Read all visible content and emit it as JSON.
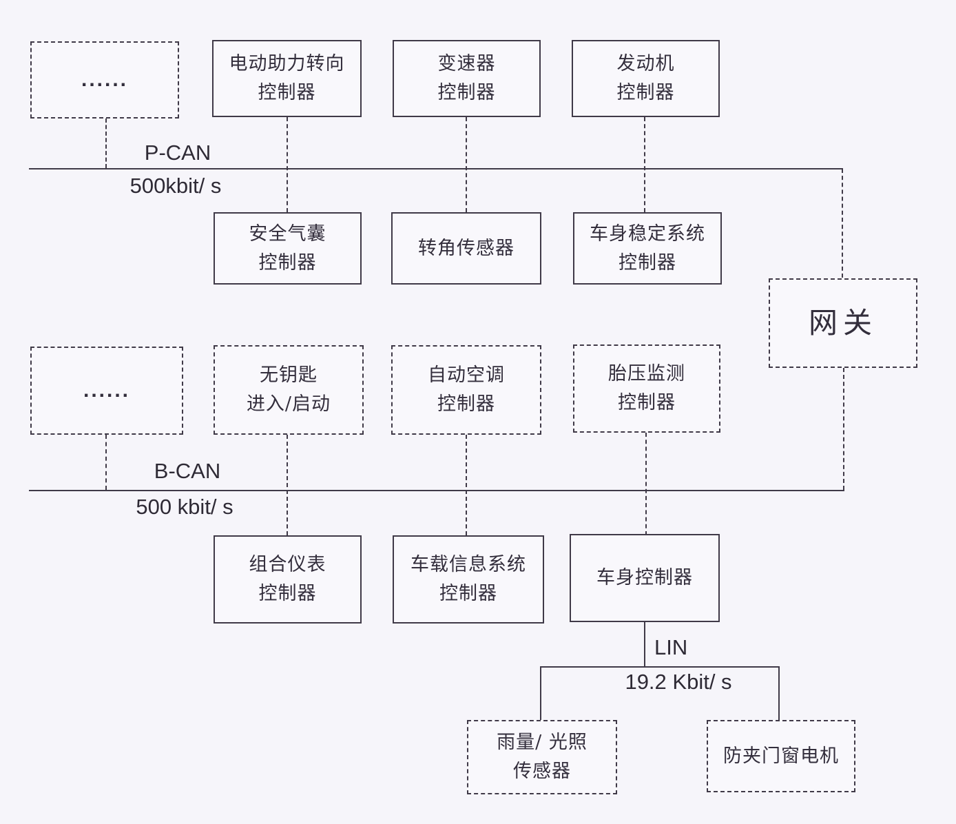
{
  "diagram": {
    "background_color": "#f6f5fa",
    "stroke_color": "#3f3947",
    "text_color": "#332e3c"
  },
  "buses": {
    "pcan": {
      "name": "P-CAN",
      "speed": "500kbit/ s"
    },
    "bcan": {
      "name": "B-CAN",
      "speed": "500 kbit/ s"
    },
    "lin": {
      "name": "LIN",
      "speed": "19.2 Kbit/ s"
    }
  },
  "nodes": {
    "pcan_more": {
      "label": "......"
    },
    "eps": {
      "label": "电动助力转向\n控制器"
    },
    "transmission": {
      "label": "变速器\n控制器"
    },
    "engine": {
      "label": "发动机\n控制器"
    },
    "airbag": {
      "label": "安全气囊\n控制器"
    },
    "angle_sensor": {
      "label": "转角传感器"
    },
    "esc": {
      "label": "车身稳定系统\n控制器"
    },
    "gateway": {
      "label": "网关"
    },
    "bcan_more": {
      "label": "......"
    },
    "keyless": {
      "label": "无钥匙\n进入/启动"
    },
    "auto_ac": {
      "label": "自动空调\n控制器"
    },
    "tpms": {
      "label": "胎压监测\n控制器"
    },
    "cluster": {
      "label": "组合仪表\n控制器"
    },
    "infotainment": {
      "label": "车载信息系统\n控制器"
    },
    "bcm": {
      "label": "车身控制器"
    },
    "rain_light": {
      "label": "雨量/ 光照\n传感器"
    },
    "window_motor": {
      "label": "防夹门窗电机"
    }
  }
}
